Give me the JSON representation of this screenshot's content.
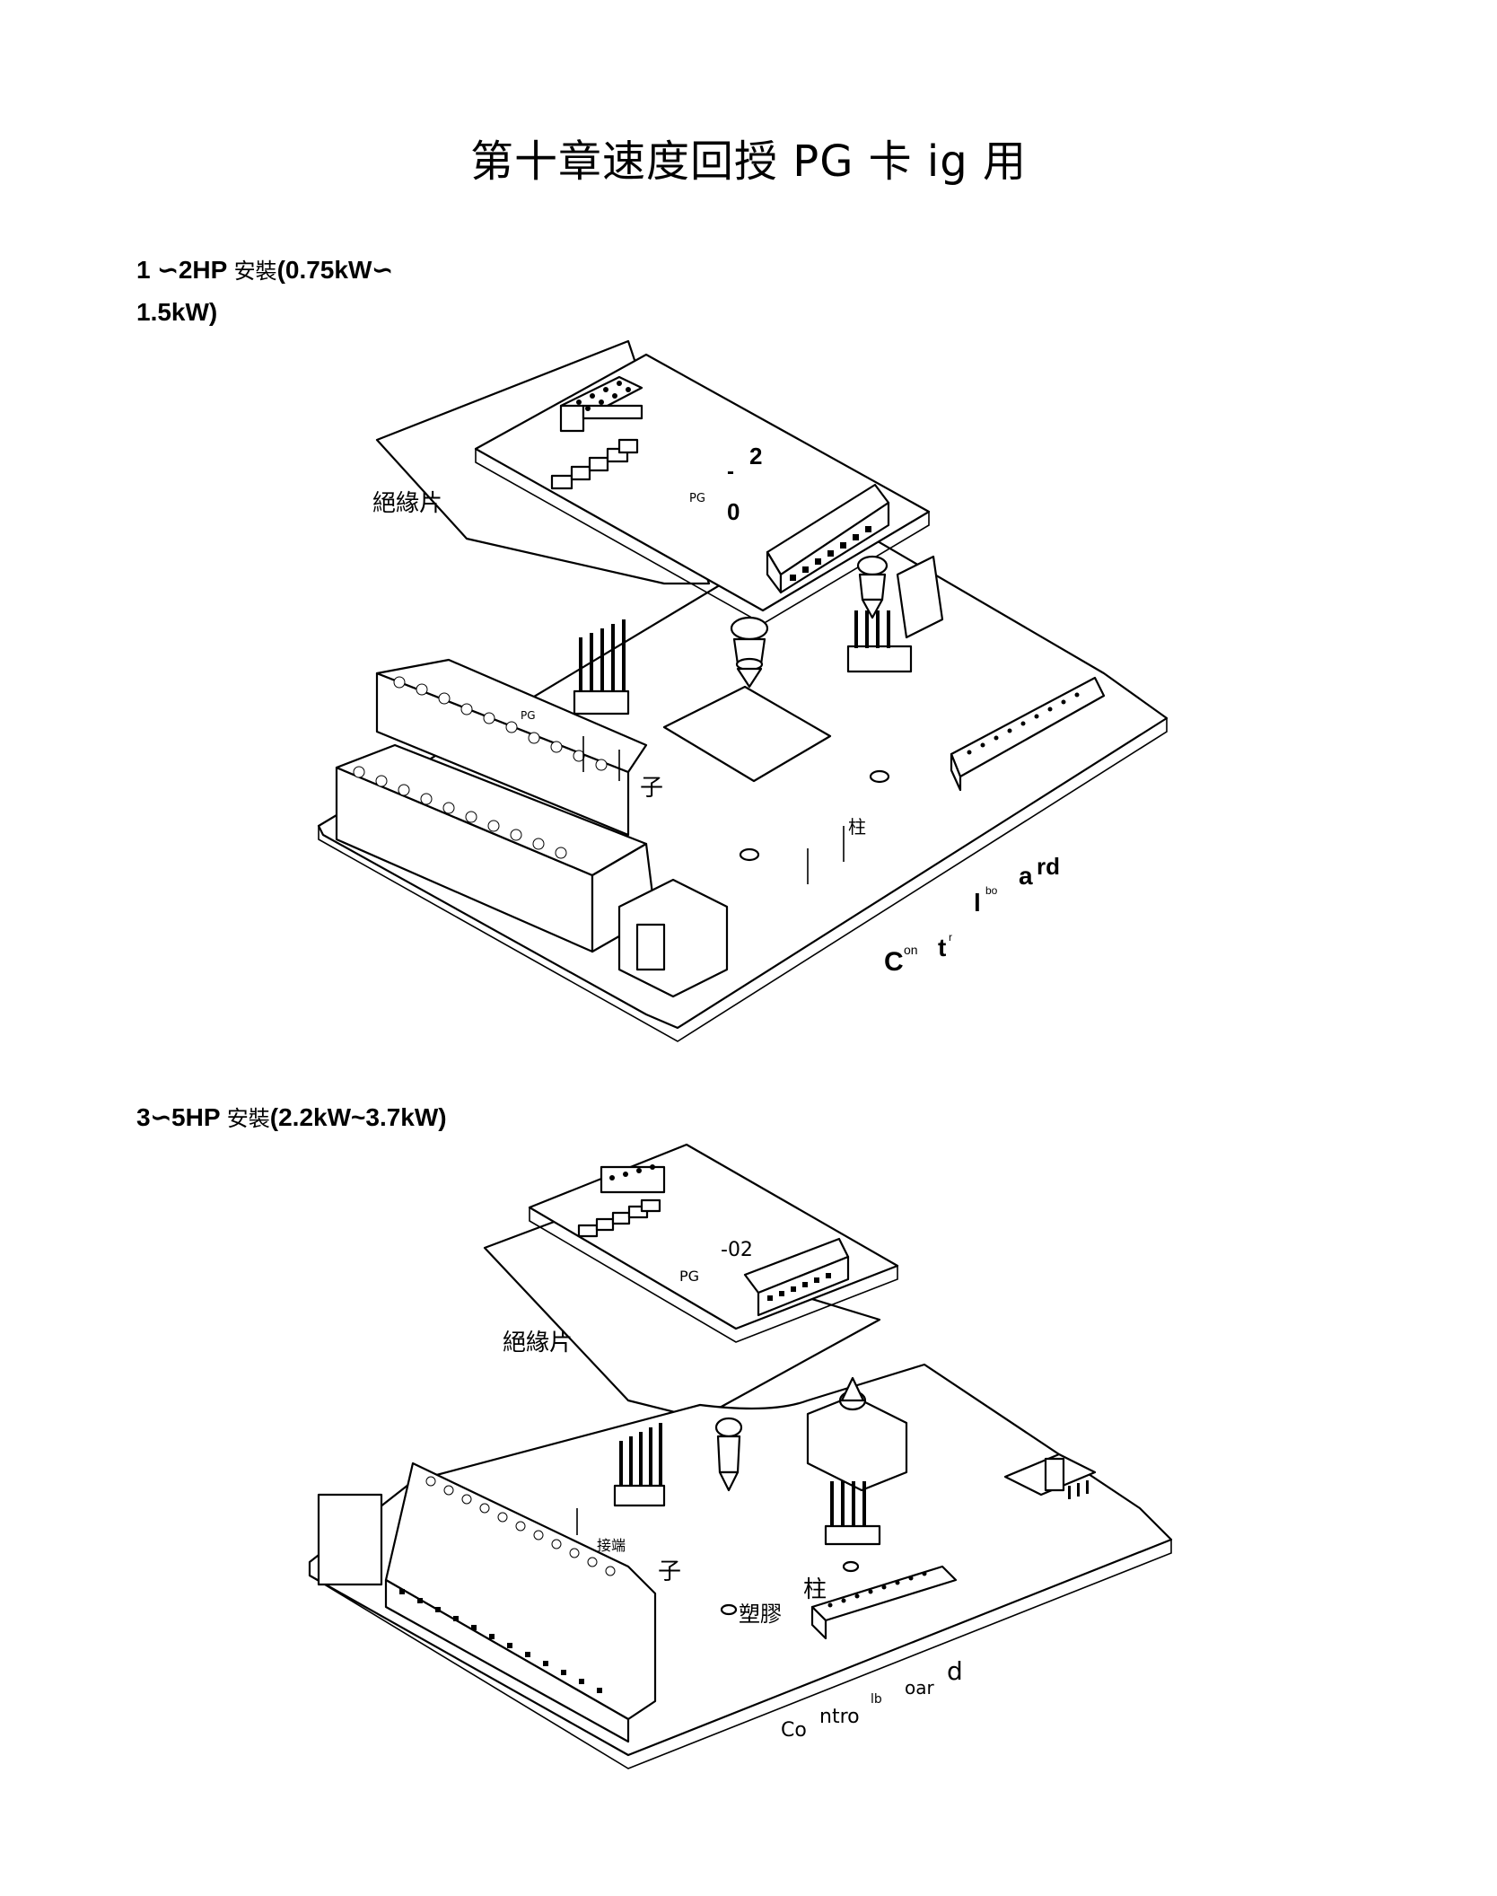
{
  "page": {
    "title": "第十章速度回授 PG 卡 ig 用"
  },
  "section1": {
    "heading_prefix": "1 ∽2HP ",
    "heading_cjk": "安裝",
    "heading_suffix": "(0.75kW∽",
    "heading_line2": "1.5kW)",
    "labels": {
      "insulator": "絕緣片",
      "pg_small": "PG",
      "card_a": "2",
      "card_dash": "-",
      "card_b": "0",
      "pg_term": "PG",
      "zi": "子",
      "zhu": "柱",
      "board_c": "C",
      "board_on": "on",
      "board_t": "t",
      "board_r": "r",
      "board_l": "l",
      "board_bo": "bo",
      "board_a": "a",
      "board_rd": "rd"
    }
  },
  "section2": {
    "heading_prefix": "3∽5HP ",
    "heading_cjk": "安裝",
    "heading_suffix": "(2.2kW~3.7kW)",
    "labels": {
      "insulator": "絕緣片",
      "pg_small": "PG",
      "card_num": "-02",
      "terminal": "接端",
      "zi": "子",
      "plastic": "塑膠",
      "zhu": "柱",
      "board_co": "Co",
      "board_ntro": "ntro",
      "board_lb": "lb",
      "board_oar": "oar",
      "board_d": "d"
    }
  }
}
